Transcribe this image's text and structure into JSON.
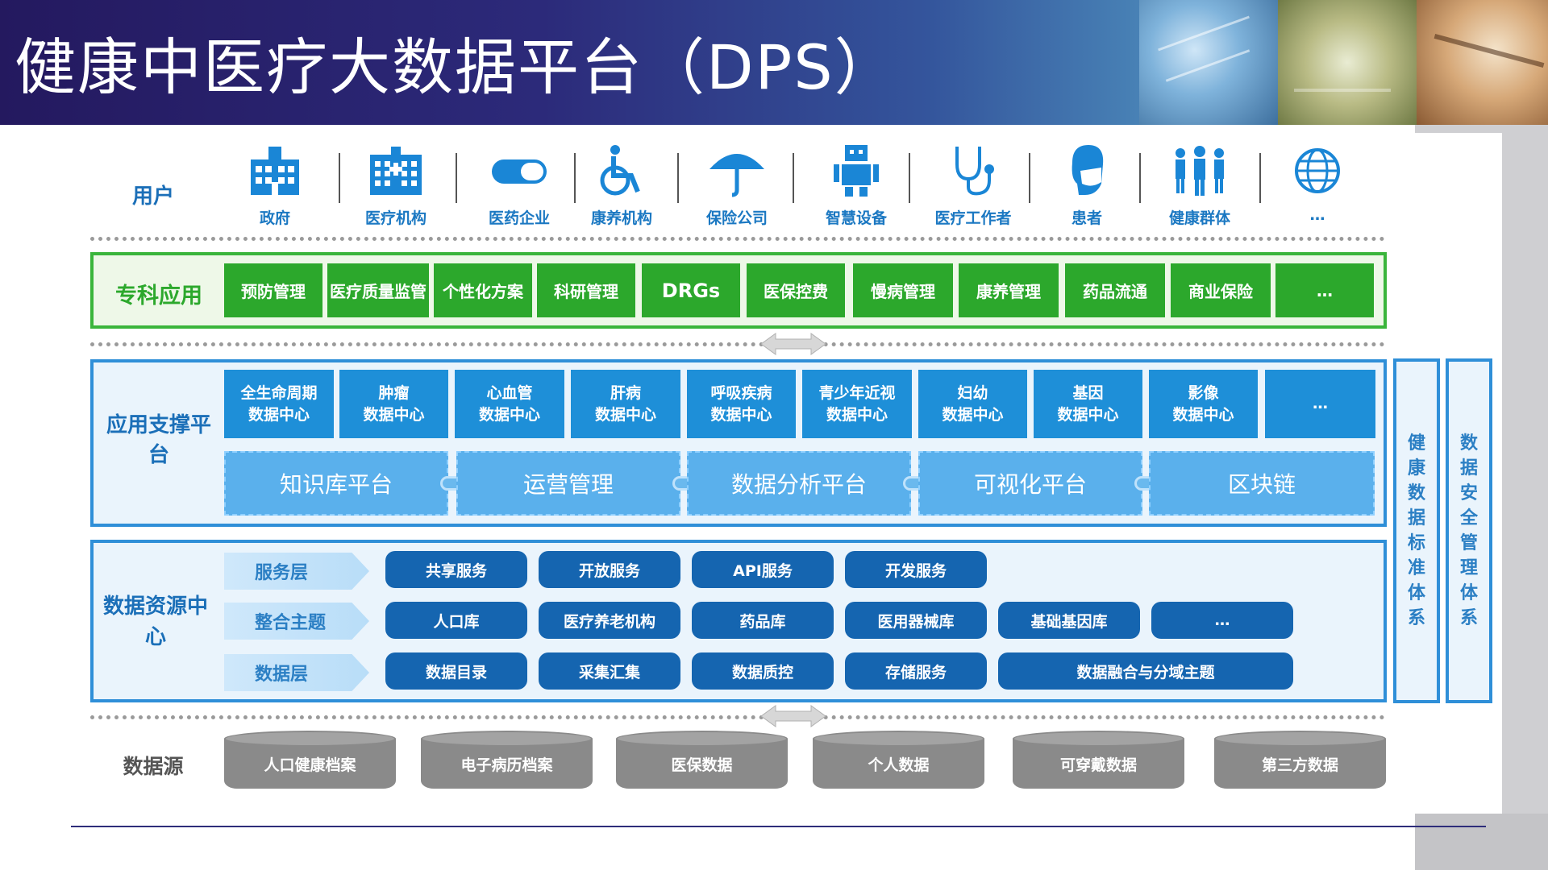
{
  "title": "健康中医疗大数据平台（DPS）",
  "rows": {
    "users": "用户",
    "specialty": "专科应用",
    "app_support": "应用支撑平台",
    "data_resource": "数据资源中心",
    "data_source": "数据源"
  },
  "users": [
    {
      "label": "政府",
      "icon": "government-building-icon"
    },
    {
      "label": "医疗机构",
      "icon": "hospital-icon"
    },
    {
      "label": "医药企业",
      "icon": "pill-capsule-icon"
    },
    {
      "label": "康养机构",
      "icon": "wheelchair-icon"
    },
    {
      "label": "保险公司",
      "icon": "umbrella-icon"
    },
    {
      "label": "智慧设备",
      "icon": "robot-icon"
    },
    {
      "label": "医疗工作者",
      "icon": "stethoscope-icon"
    },
    {
      "label": "患者",
      "icon": "patient-mask-icon"
    },
    {
      "label": "健康群体",
      "icon": "people-group-icon"
    },
    {
      "label": "…",
      "icon": "globe-icon"
    }
  ],
  "specialty_apps": [
    "预防管理",
    "医疗质量监管",
    "个性化方案",
    "科研管理",
    "DRGs",
    "医保控费",
    "慢病管理",
    "康养管理",
    "药品流通",
    "商业保险",
    "…"
  ],
  "data_centers": [
    {
      "line1": "全生命周期",
      "line2": "数据中心"
    },
    {
      "line1": "肿瘤",
      "line2": "数据中心"
    },
    {
      "line1": "心血管",
      "line2": "数据中心"
    },
    {
      "line1": "肝病",
      "line2": "数据中心"
    },
    {
      "line1": "呼吸疾病",
      "line2": "数据中心"
    },
    {
      "line1": "青少年近视",
      "line2": "数据中心"
    },
    {
      "line1": "妇幼",
      "line2": "数据中心"
    },
    {
      "line1": "基因",
      "line2": "数据中心"
    },
    {
      "line1": "影像",
      "line2": "数据中心"
    },
    {
      "line1": "…",
      "line2": ""
    }
  ],
  "platforms": [
    "知识库平台",
    "运营管理",
    "数据分析平台",
    "可视化平台",
    "区块链"
  ],
  "layers": [
    {
      "name": "服务层",
      "items": [
        "共享服务",
        "开放服务",
        "API服务",
        "开发服务"
      ]
    },
    {
      "name": "整合主题",
      "items": [
        "人口库",
        "医疗养老机构",
        "药品库",
        "医用器械库",
        "基础基因库",
        "…"
      ]
    },
    {
      "name": "数据层",
      "items": [
        "数据目录",
        "采集汇集",
        "数据质控",
        "存储服务",
        "数据融合与分域主题"
      ]
    }
  ],
  "side_systems": [
    "健康数据标准体系",
    "数据安全管理体系"
  ],
  "data_sources": [
    "人口健康档案",
    "电子病历档案",
    "医保数据",
    "个人数据",
    "可穿戴数据",
    "第三方数据"
  ],
  "colors": {
    "header_dark": "#24195f",
    "green": "#2ca82c",
    "blue": "#1e8fd8",
    "navy_pill": "#1565b0",
    "gray": "#8a8a8a"
  }
}
